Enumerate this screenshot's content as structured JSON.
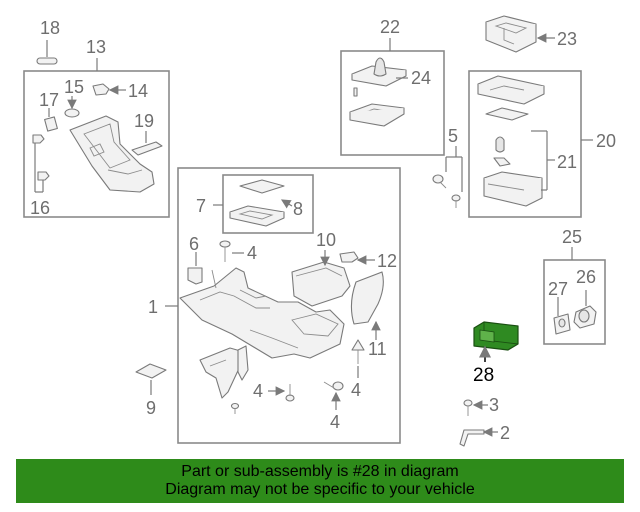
{
  "colors": {
    "banner_bg": "#2e8b1a",
    "highlight_part": "#2f8a22",
    "line_gray": "#7a7a7a"
  },
  "callouts": {
    "c2": "2",
    "c3": "3",
    "c4a": "4",
    "c4b": "4",
    "c4c": "4",
    "c4d": "4",
    "c5": "5",
    "c6": "6",
    "c7": "7",
    "c8": "8",
    "c9": "9",
    "c10": "10",
    "c11": "11",
    "c12": "12",
    "c13": "13",
    "c14": "14",
    "c15": "15",
    "c16": "16",
    "c17": "17",
    "c18": "18",
    "c19": "19",
    "c20": "20",
    "c21": "21",
    "c22": "22",
    "c23": "23",
    "c24": "24",
    "c25": "25",
    "c26": "26",
    "c27": "27",
    "c28": "28",
    "c1": "1"
  },
  "highlighted_part": "28",
  "banner": {
    "line1": "Part or sub-assembly is #28 in diagram",
    "line2": "Diagram may not be specific to your vehicle"
  }
}
